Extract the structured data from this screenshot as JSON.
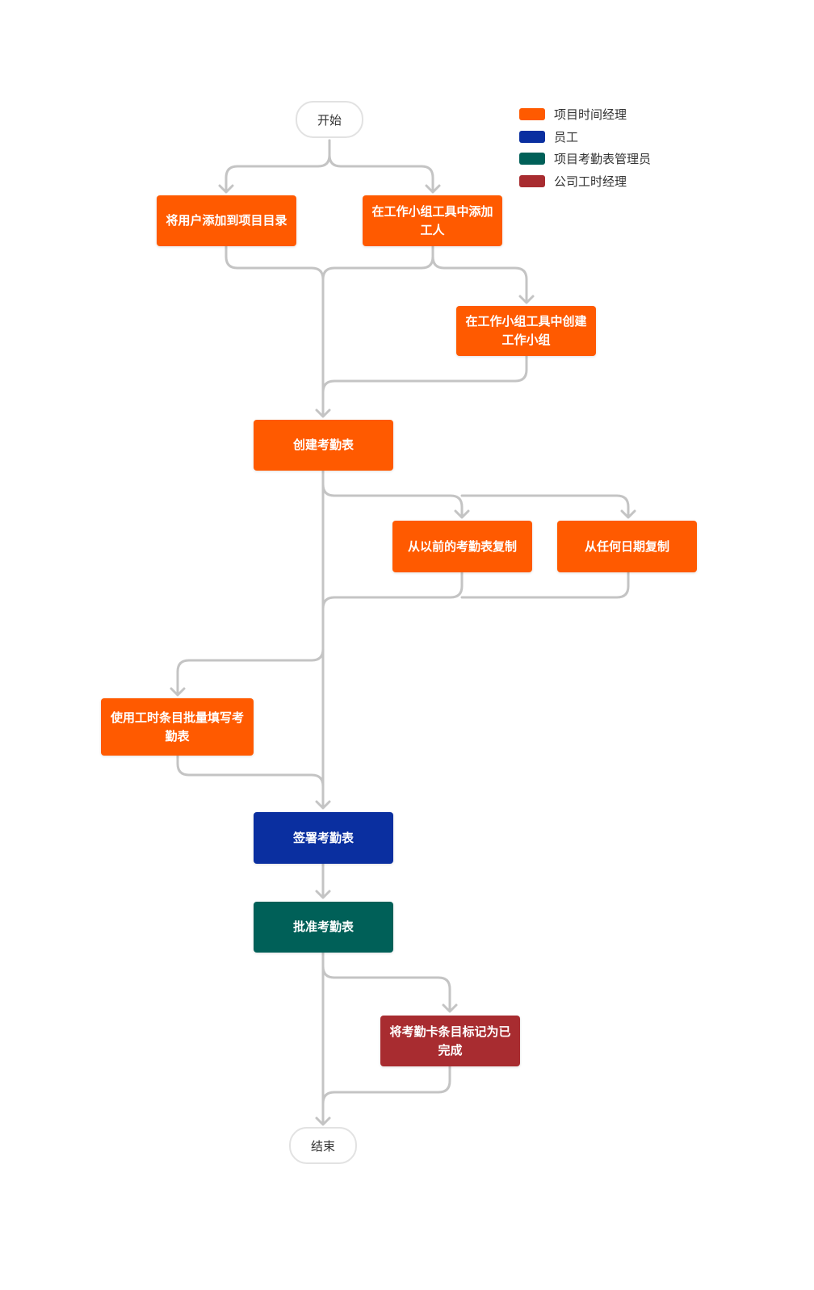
{
  "colors": {
    "pm": "#ff5a00",
    "employee": "#0a2fa0",
    "admin": "#006058",
    "company": "#a82c30",
    "connector": "#c4c4c4"
  },
  "legend": [
    {
      "label": "项目时间经理",
      "color": "#ff5a00"
    },
    {
      "label": "员工",
      "color": "#0a2fa0"
    },
    {
      "label": "项目考勤表管理员",
      "color": "#006058"
    },
    {
      "label": "公司工时经理",
      "color": "#a82c30"
    }
  ],
  "nodes": {
    "start": "开始",
    "add_users": "将用户添加到项目目录",
    "add_workers": "在工作小组工具中添加工人",
    "create_crews": "在工作小组工具中创建工作小组",
    "create_timesheet": "创建考勤表",
    "copy_previous": "从以前的考勤表复制",
    "copy_any_date": "从任何日期复制",
    "bulk_fill": "使用工时条目批量填写考勤表",
    "sign_timesheet": "签署考勤表",
    "approve_timesheet": "批准考勤表",
    "mark_complete": "将考勤卡条目标记为已完成",
    "end": "结束"
  }
}
